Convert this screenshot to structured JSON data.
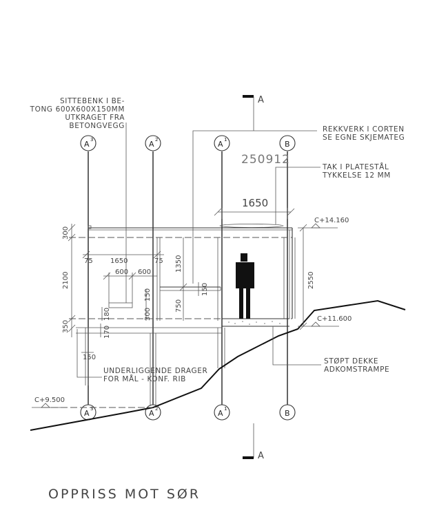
{
  "title": "OPPRISS MOT SØR",
  "stamp": "250912",
  "section_marker": "A",
  "grid_axes": [
    {
      "id": "A3",
      "letter": "A",
      "sub": "3"
    },
    {
      "id": "A2",
      "letter": "A",
      "sub": "2"
    },
    {
      "id": "A1",
      "letter": "A",
      "sub": "1"
    },
    {
      "id": "B",
      "letter": "B",
      "sub": ""
    }
  ],
  "notes": {
    "bench": [
      "SITTEBENK I BE-",
      "TONG 600X600X150MM",
      "UTKRAGET FRA",
      "BETONGVEGG"
    ],
    "railing": [
      "REKKVERK I CORTEN",
      "SE EGNE SKJEMATEG"
    ],
    "roof": [
      "TAK I PLATESTÅL",
      "TYKKELSE 12 MM"
    ],
    "beams": [
      "UNDERLIGGENDE DRAGER",
      "FOR MÅL - KONF. RIB"
    ],
    "deck": [
      "STØPT DEKKE",
      "ADKOMSTRAMPE"
    ]
  },
  "levels": {
    "top": "C+14.160",
    "floor": "C+11.600",
    "ground": "C+9.500"
  },
  "dimensions": {
    "span_top": "1650",
    "left_300": "300",
    "left_2100": "2100",
    "left_350": "350",
    "d75a": "75",
    "d75b": "75",
    "d1650": "1650",
    "d600a": "600",
    "d600b": "600",
    "d1350": "1350",
    "d150a": "150",
    "d150b": "150",
    "d180": "180",
    "d300": "300",
    "d750": "750",
    "d170": "170",
    "d150c": "150",
    "right_2550": "2550"
  }
}
